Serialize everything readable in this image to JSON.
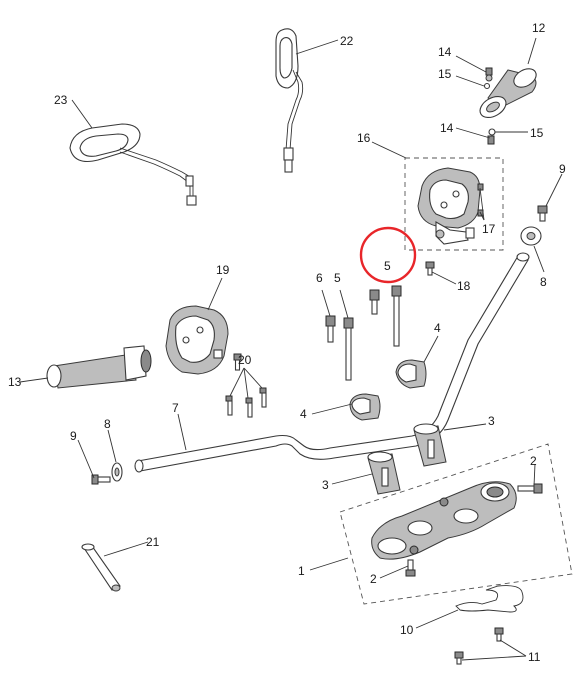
{
  "callouts": {
    "c1": "1",
    "c2a": "2",
    "c2b": "2",
    "c3a": "3",
    "c3b": "3",
    "c4a": "4",
    "c4b": "4",
    "c5a": "5",
    "c5b": "5",
    "c6": "6",
    "c7": "7",
    "c8a": "8",
    "c8b": "8",
    "c9a": "9",
    "c9b": "9",
    "c10": "10",
    "c11": "11",
    "c12": "12",
    "c13": "13",
    "c14a": "14",
    "c14b": "14",
    "c15a": "15",
    "c15b": "15",
    "c16": "16",
    "c17": "17",
    "c18": "18",
    "c19": "19",
    "c20": "20",
    "c21": "21",
    "c22": "22",
    "c23": "23"
  },
  "highlight": {
    "color": "#e8262a",
    "target": "5"
  },
  "colors": {
    "line": "#3a3a3a",
    "label": "#1a1a1a"
  }
}
